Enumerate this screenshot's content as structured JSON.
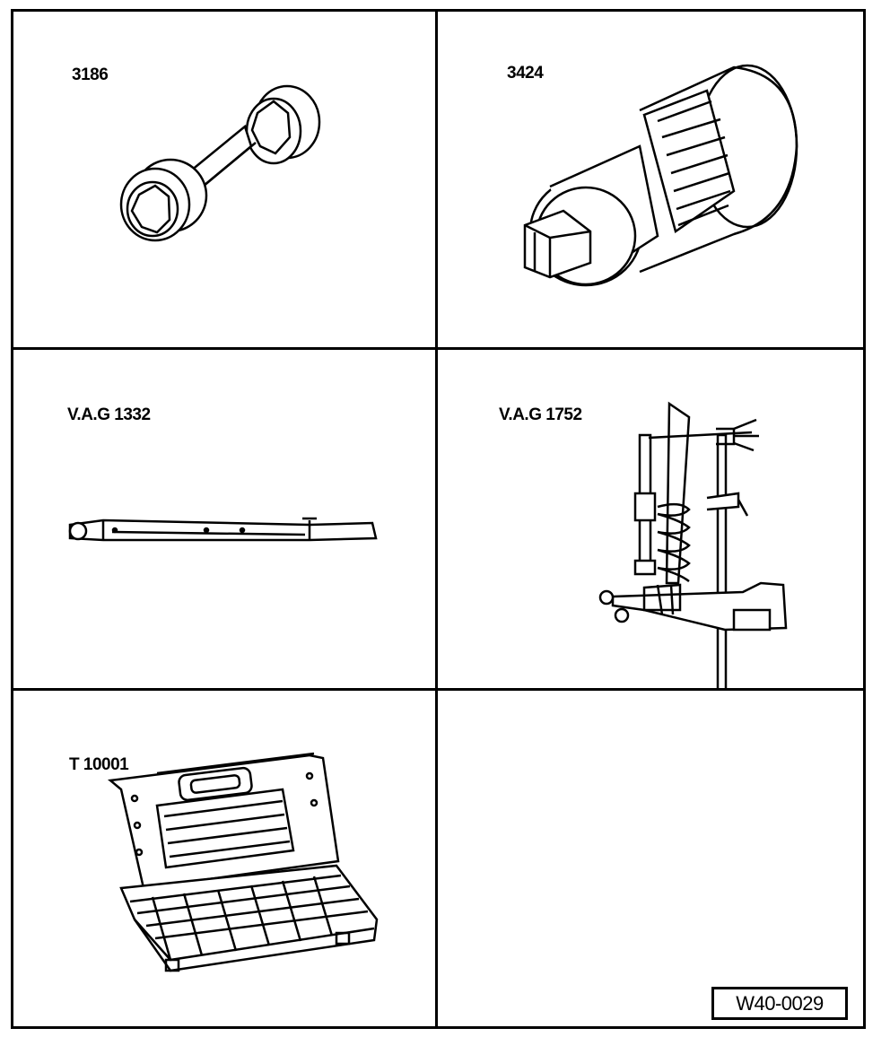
{
  "tools": [
    {
      "label": "3186",
      "icon": "flare-nut-socket-icon"
    },
    {
      "label": "3424",
      "icon": "splined-socket-adapter-icon"
    },
    {
      "label": "V.A.G 1332",
      "icon": "torque-wrench-icon"
    },
    {
      "label": "V.A.G 1752",
      "icon": "spring-compressor-icon"
    },
    {
      "label": "T 10001",
      "icon": "tool-case-icon"
    },
    {
      "label": "",
      "icon": ""
    }
  ],
  "reference_code": "W40-0029",
  "colors": {
    "line": "#000000",
    "background": "#ffffff"
  }
}
